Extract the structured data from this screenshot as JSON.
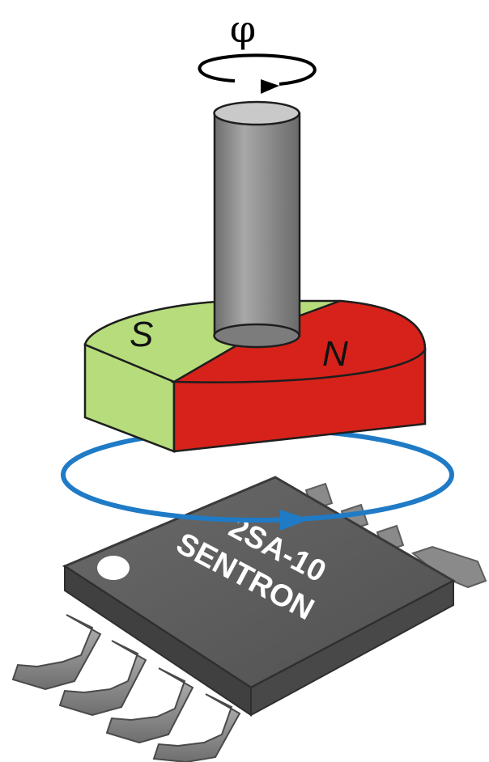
{
  "labels": {
    "rotation_symbol": "φ",
    "pole_south": "S",
    "pole_north": "N",
    "chip_part_number": "2SA-10",
    "chip_brand": "SENTRON"
  },
  "colors": {
    "south_pole": "#b6dc7c",
    "north_pole": "#d6221a",
    "shaft": "#8c8c8c",
    "field_loop": "#1f7bc6",
    "chip_body": "#5a5a5a",
    "chip_pins": "#8a8a8a"
  },
  "icons": {
    "rotation_arrow": "curved-arrow-icon",
    "field_arrow": "arrowhead-icon"
  }
}
